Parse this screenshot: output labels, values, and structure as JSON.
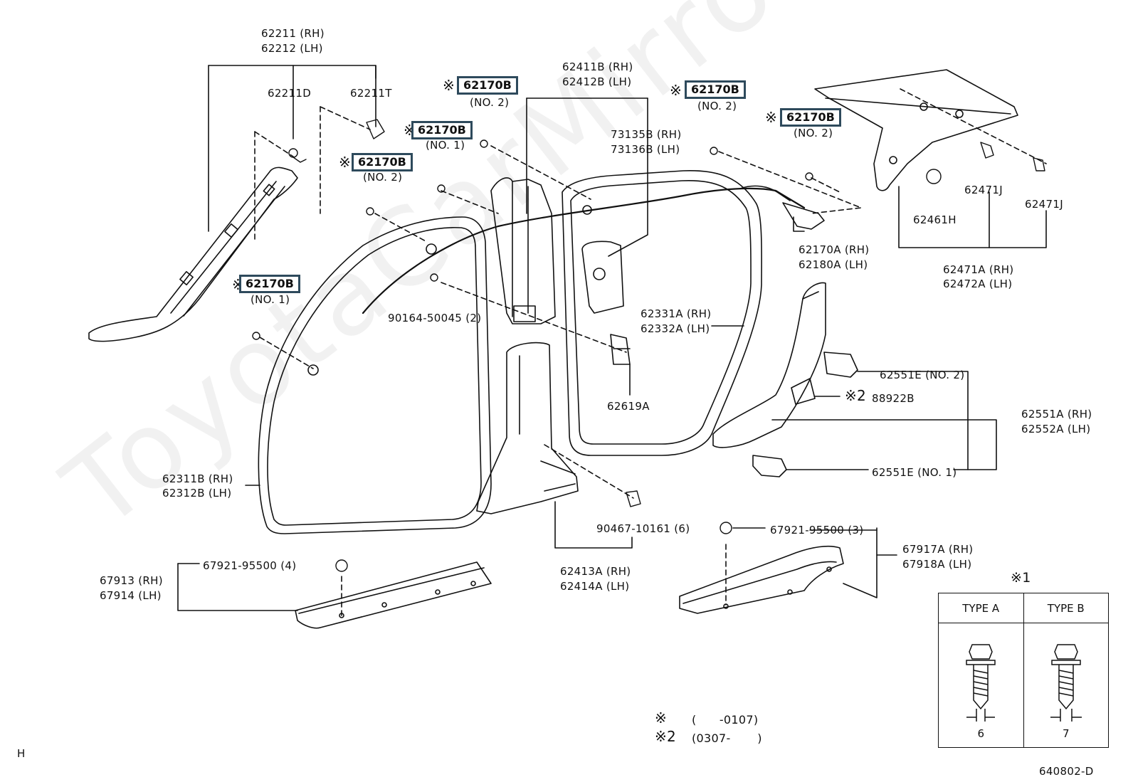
{
  "watermark": "ToyotaCarMirror.ru",
  "corner_code": "H",
  "diagram_code": "640802-D",
  "legend": {
    "star1_mark": "※",
    "star1_range": "(      -0107)",
    "star2_mark": "※2",
    "star2_range": "(0307-       )"
  },
  "type_table": {
    "mark": "※1",
    "type_a": "TYPE A",
    "type_b": "TYPE B",
    "dim_a": "6",
    "dim_b": "7"
  },
  "ref_mark": "※",
  "boxed_part": "62170B",
  "labels": {
    "p62211": "62211 (RH)",
    "p62212": "62212 (LH)",
    "p62211D": "62211D",
    "p62211T": "62211T",
    "no2": "(NO. 2)",
    "no1": "(NO. 1)",
    "p62411B": "62411B (RH)",
    "p62412B": "62412B (LH)",
    "p73135B": "73135B (RH)",
    "p73136B": "73136B (LH)",
    "p62170A": "62170A (RH)",
    "p62180A": "62180A (LH)",
    "p62471J_a": "62471J",
    "p62471J_b": "62471J",
    "p62461H": "62461H",
    "p62471A": "62471A (RH)",
    "p62472A": "62472A (LH)",
    "p90164": "90164-50045 (2)",
    "p62331A": "62331A (RH)",
    "p62332A": "62332A (LH)",
    "p62551E2": "62551E (NO. 2)",
    "p88922B_mark": "※2",
    "p88922B": "88922B",
    "p62551A": "62551A (RH)",
    "p62552A": "62552A (LH)",
    "p62619A": "62619A",
    "p62551E1": "62551E (NO. 1)",
    "p62311B": "62311B (RH)",
    "p62312B": "62312B (LH)",
    "p90467": "90467-10161 (6)",
    "p67921_3": "67921-95500 (3)",
    "p67917A": "67917A (RH)",
    "p67918A": "67918A (LH)",
    "p67921_4": "67921-95500 (4)",
    "p67913": "67913 (RH)",
    "p67914": "67914 (LH)",
    "p62413A": "62413A (RH)",
    "p62414A": "62414A (LH)"
  }
}
